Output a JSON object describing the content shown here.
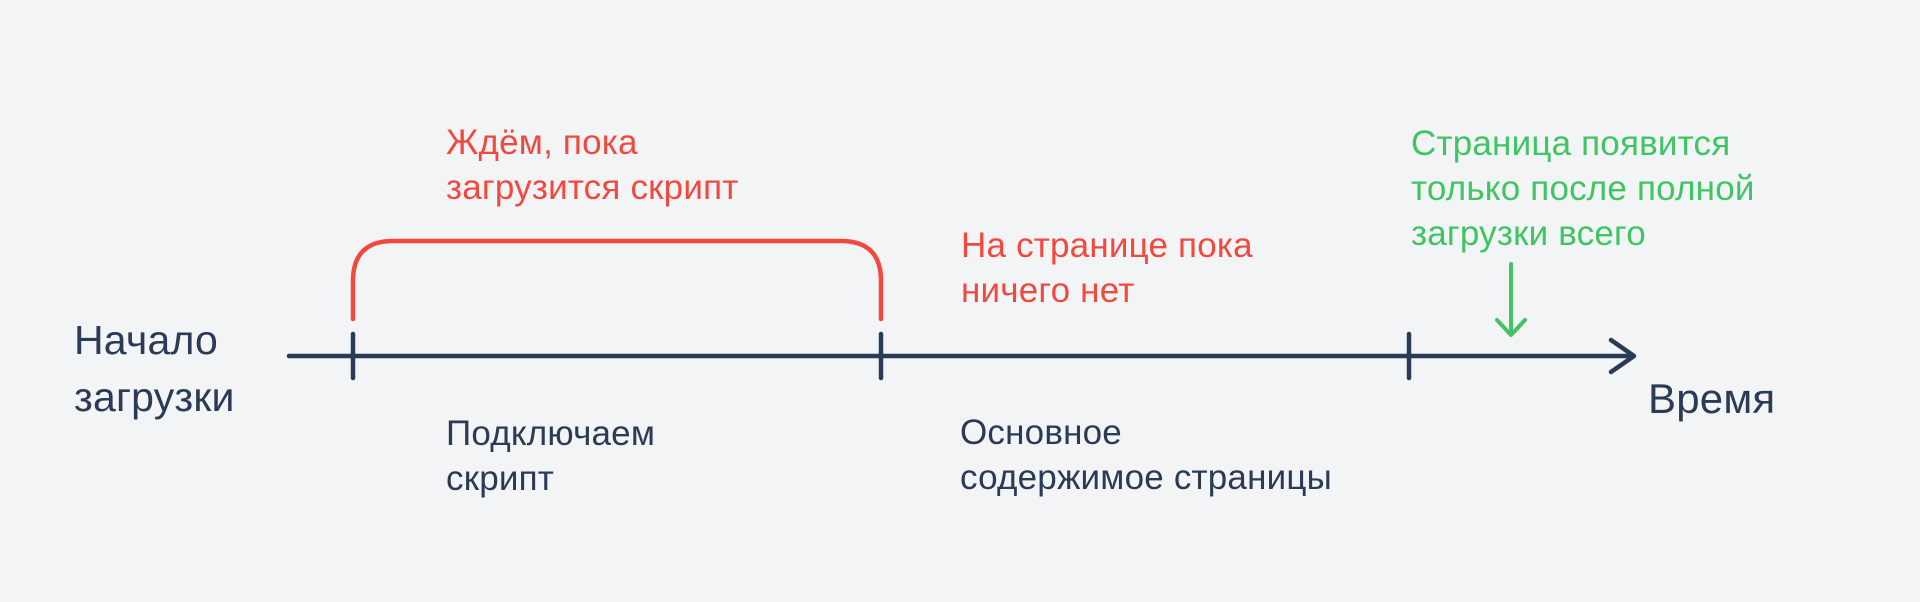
{
  "colors": {
    "background": "#f2f4f6",
    "navy": "#2b3a55",
    "red": "#f2493f",
    "green": "#41c463"
  },
  "axis": {
    "start_label": "Начало\nзагрузки",
    "end_label": "Время"
  },
  "annotations": {
    "wait_script": "Ждём, пока\nзагрузится скрипт",
    "page_empty": "На странице пока\nничего нет",
    "page_appears": "Страница появится\nтолько после полной\nзагрузки всего"
  },
  "segments": {
    "connect_script": "Подключаем\nскрипт",
    "main_content": "Основное\nсодержимое страницы"
  }
}
